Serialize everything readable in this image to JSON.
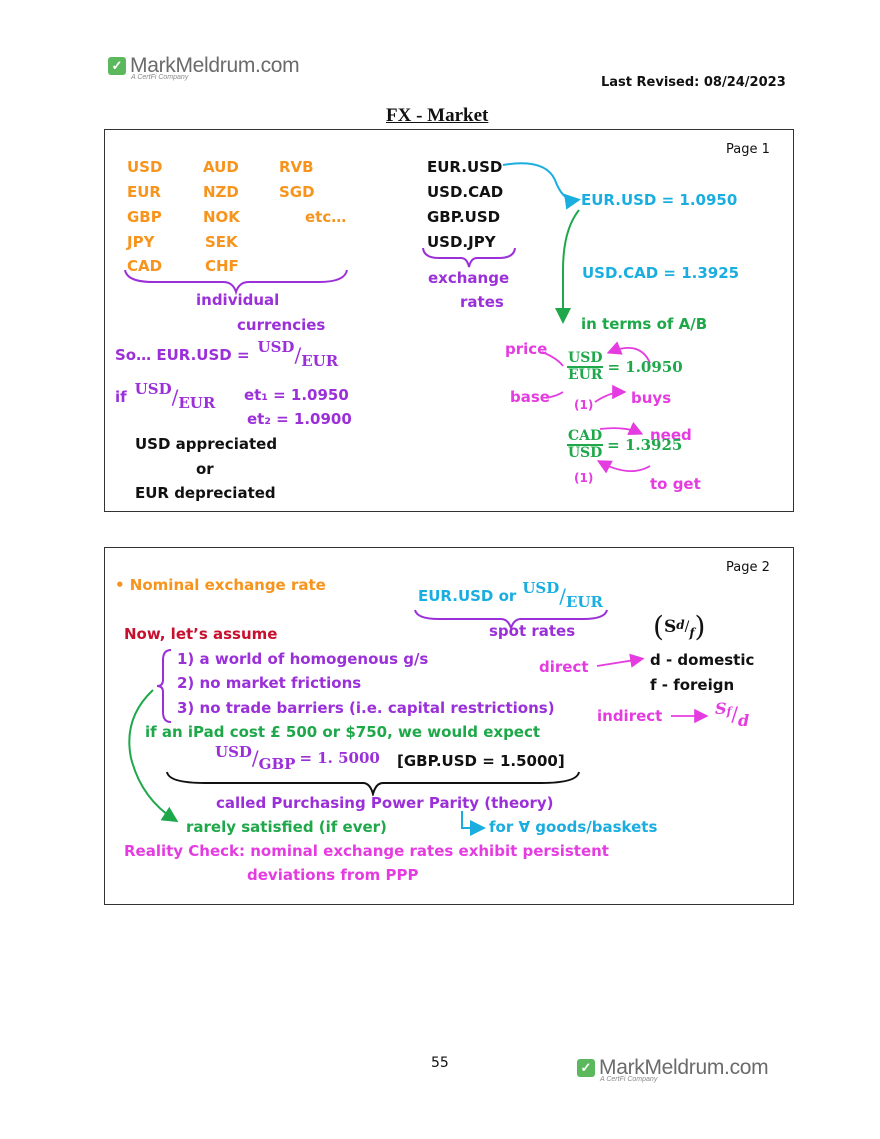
{
  "header": {
    "logo_text": "MarkMeldrum.com",
    "logo_sub": "A CertFi Company",
    "last_revised": "Last Revised: 08/24/2023",
    "title": "FX - Market"
  },
  "page1": {
    "page_label": "Page  1",
    "currencies": [
      "USD",
      "AUD",
      "RVB",
      "EUR",
      "NZD",
      "SGD",
      "GBP",
      "NOK",
      "etc…",
      "JPY",
      "SEK",
      "CAD",
      "CHF"
    ],
    "individual": "individual",
    "currencies_label": "currencies",
    "pairs": [
      "EUR.USD",
      "USD.CAD",
      "GBP.USD",
      "USD.JPY"
    ],
    "exchange": "exchange",
    "rates": "rates",
    "eurusd_value": "EUR.USD = 1.0950",
    "usdcad_value": "USD.CAD = 1.3925",
    "in_terms": "in terms of A/B",
    "so_prefix": "So… EUR.USD =",
    "usd": "USD",
    "eur": "EUR",
    "cad": "CAD",
    "if_label": "if",
    "et1": "et₁ = 1.0950",
    "et2": "et₂ = 1.0900",
    "usd_appreciated": "USD appreciated",
    "or": "or",
    "eur_depreciated": "EUR depreciated",
    "price": "price",
    "base": "base",
    "eq1": "= 1.0950",
    "eq2": "= 1.3925",
    "one": "(1)",
    "buys": "buys",
    "need": "need",
    "to_get": "to get"
  },
  "page2": {
    "page_label": "Page  2",
    "nominal": "• Nominal exchange rate",
    "eurusd_or": "EUR.USD or",
    "usd": "USD",
    "eur": "EUR",
    "spot_rates": "spot rates",
    "s_letter": "S",
    "d_letter": "d",
    "f_letter": "f",
    "now_assume": "Now, let’s assume",
    "assumptions": [
      "1) a world of homogenous g/s",
      "2) no market frictions",
      "3) no trade barriers (i.e. capital restrictions)"
    ],
    "direct": "direct",
    "d_domestic": "d - domestic",
    "f_foreign": "f - foreign",
    "indirect": "indirect",
    "ipad": "if an iPad cost £ 500 or $750, we would expect",
    "gbp": "GBP",
    "eq_value": "= 1. 5000",
    "gbpusd": "[GBP.USD = 1.5000]",
    "ppp": "called Purchasing Power Parity (theory)",
    "rarely": "rarely satisfied (if ever)",
    "for_all": "for ∀ goods/baskets",
    "reality1": "Reality Check: nominal exchange rates exhibit persistent",
    "reality2": "deviations from PPP"
  },
  "footer": {
    "page_number": "55"
  }
}
